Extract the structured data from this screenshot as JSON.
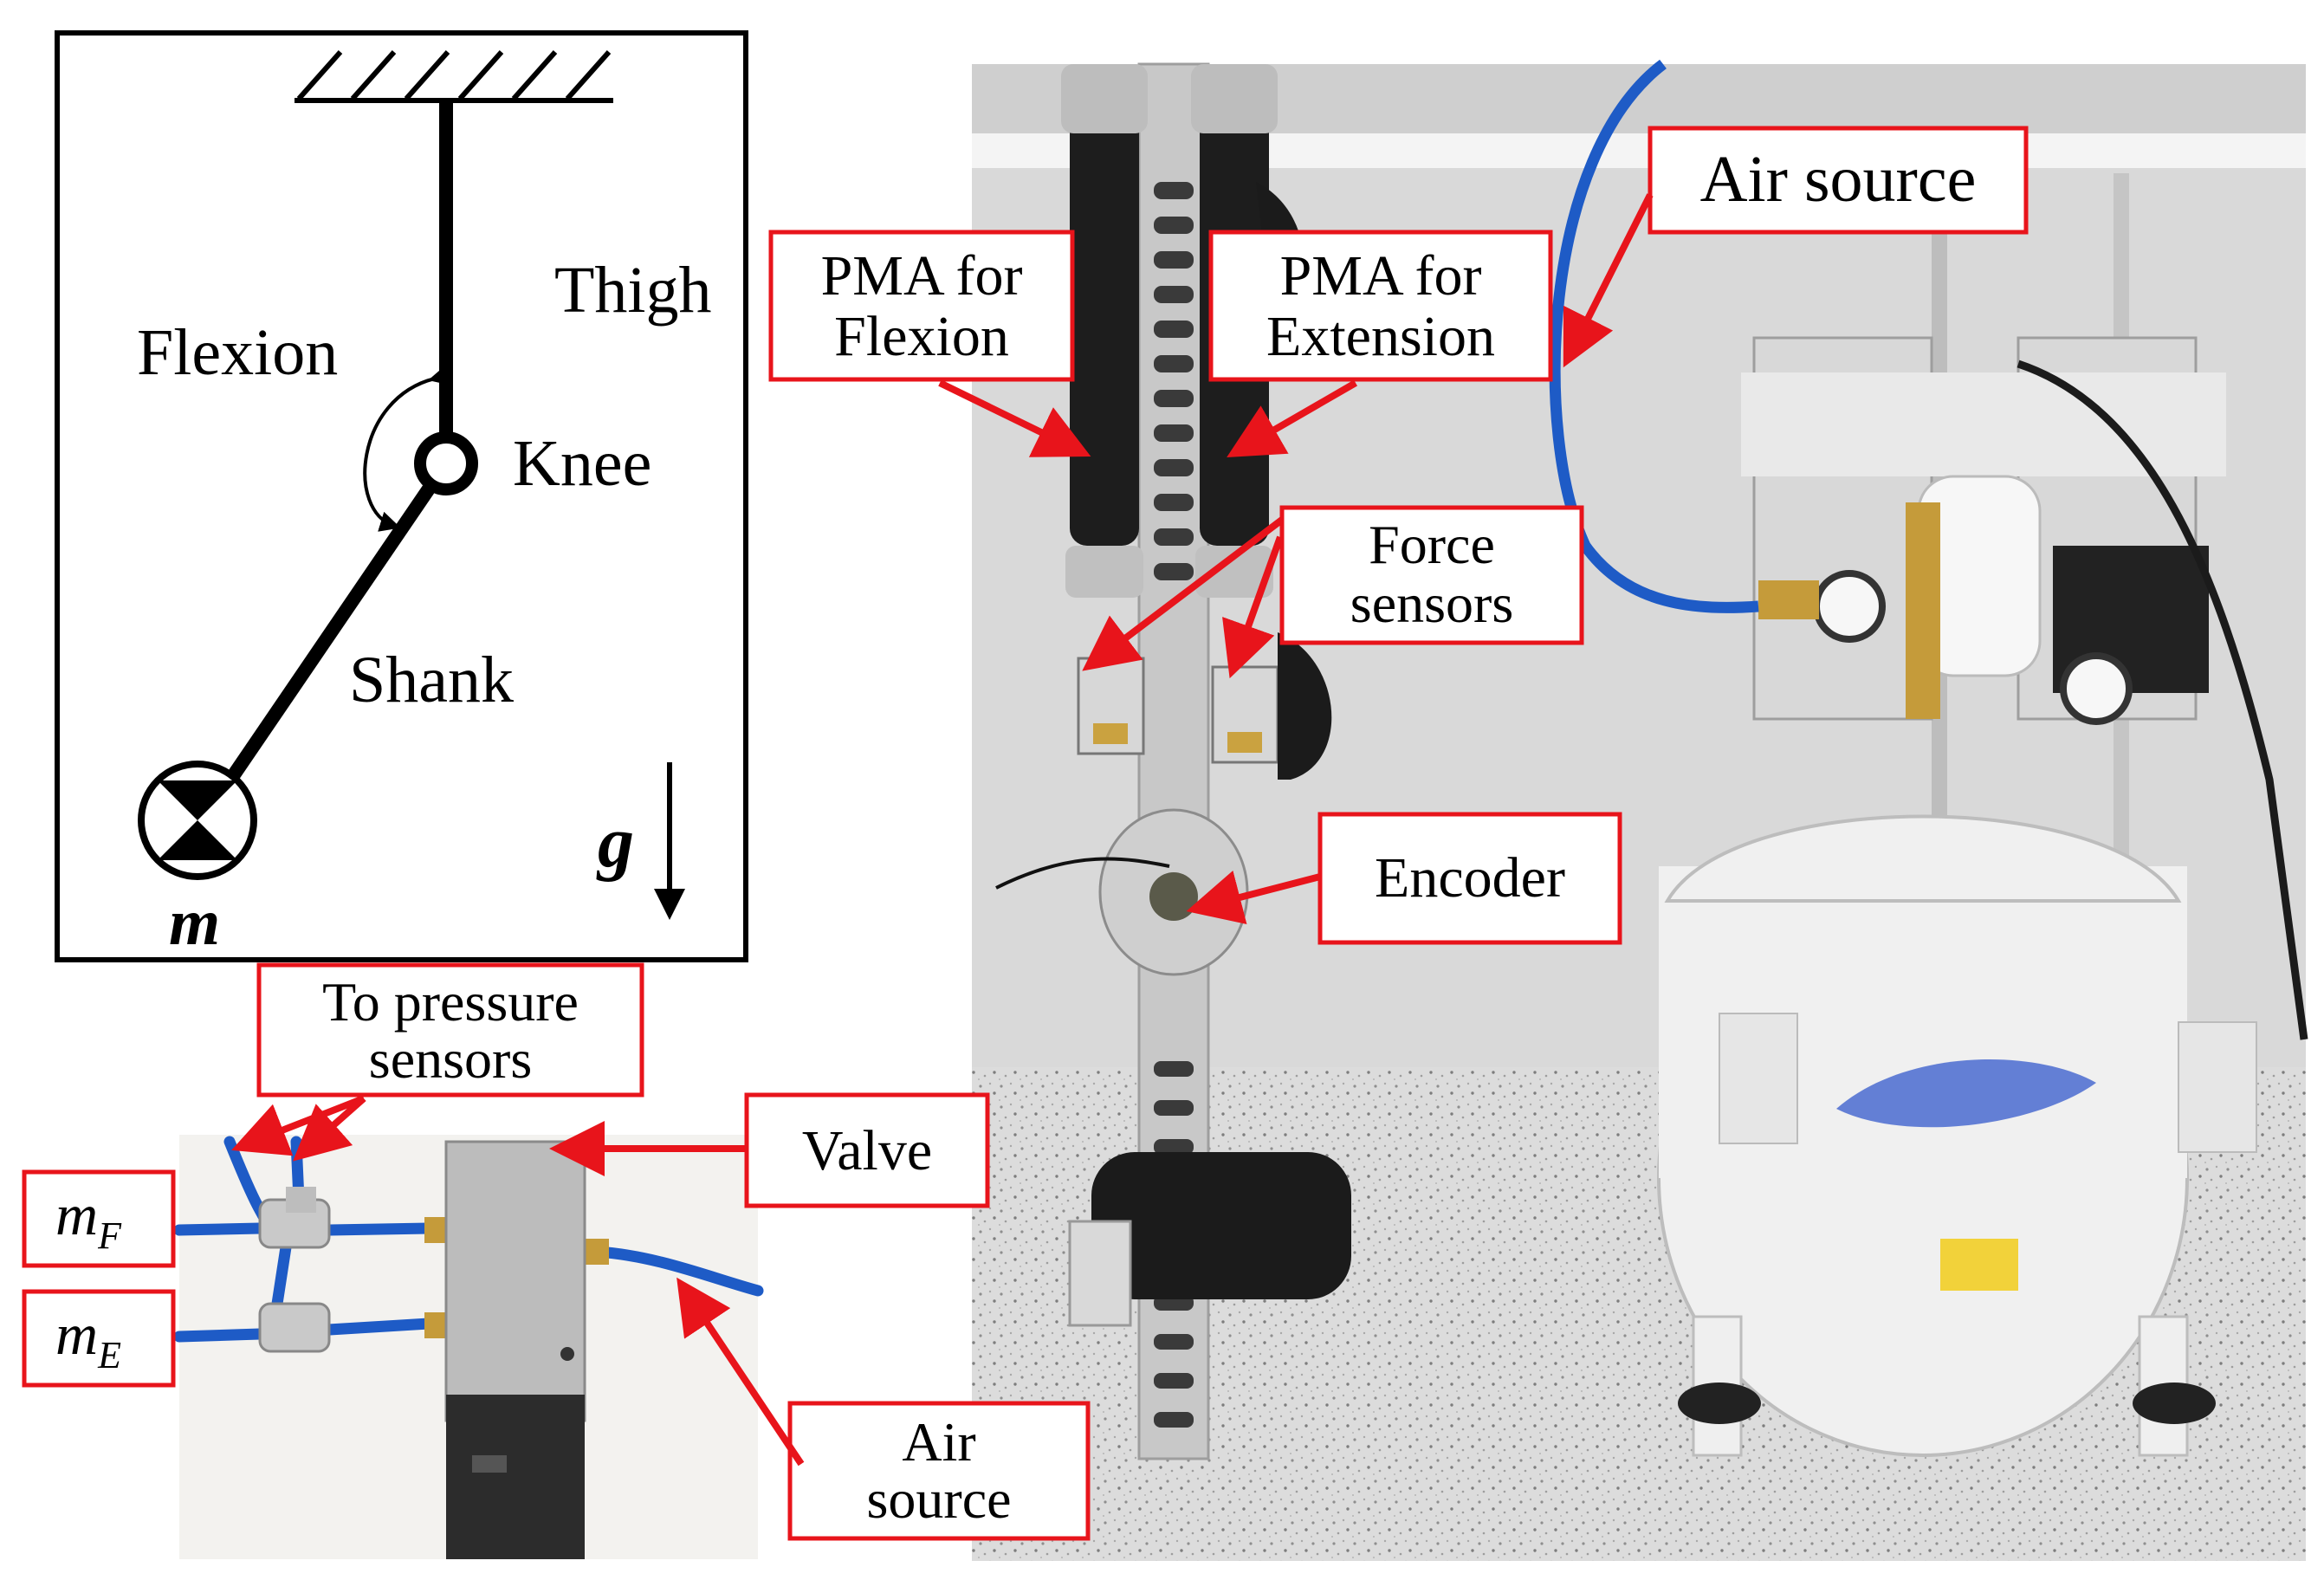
{
  "schematic": {
    "thigh": "Thigh",
    "flexion": "Flexion",
    "knee": "Knee",
    "shank": "Shank",
    "gravity": "g",
    "mass": "m"
  },
  "callouts": {
    "pma_flexion_line1": "PMA for",
    "pma_flexion_line2": "Flexion",
    "pma_extension_line1": "PMA for",
    "pma_extension_line2": "Extension",
    "air_source_top": "Air source",
    "force_sensors_line1": "Force",
    "force_sensors_line2": "sensors",
    "encoder": "Encoder",
    "to_pressure_line1": "To pressure",
    "to_pressure_line2": "sensors",
    "valve": "Valve",
    "air_source_bottom_line1": "Air",
    "air_source_bottom_line2": "source",
    "m_f_base": "m",
    "m_f_sub": "F",
    "m_e_base": "m",
    "m_e_sub": "E"
  },
  "colors": {
    "callout_red": "#e8141b",
    "tube_blue": "#1e5bc6",
    "link_black": "#000000"
  }
}
